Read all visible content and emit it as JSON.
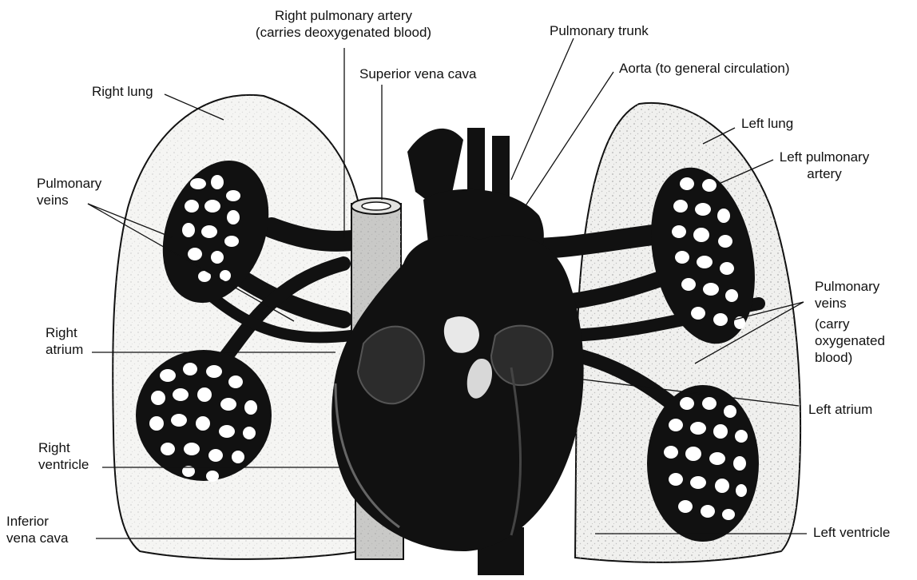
{
  "labels": {
    "right_pulmonary_artery_1": "Right pulmonary artery",
    "right_pulmonary_artery_2": "(carries deoxygenated blood)",
    "pulmonary_trunk": "Pulmonary trunk",
    "aorta": "Aorta (to general circulation)",
    "superior_vena_cava": "Superior vena cava",
    "right_lung": "Right lung",
    "left_lung": "Left lung",
    "left_pulmonary_artery_1": "Left pulmonary",
    "left_pulmonary_artery_2": "artery",
    "pulmonary_veins_left_1": "Pulmonary",
    "pulmonary_veins_left_2": "veins",
    "pulmonary_veins_right_1": "Pulmonary",
    "pulmonary_veins_right_2": "veins",
    "pulmonary_veins_right_3": "(carry",
    "pulmonary_veins_right_4": "oxygenated",
    "pulmonary_veins_right_5": "blood)",
    "right_atrium_1": "Right",
    "right_atrium_2": "atrium",
    "right_ventricle_1": "Right",
    "right_ventricle_2": "ventricle",
    "inferior_vena_cava_1": "Inferior",
    "inferior_vena_cava_2": "vena cava",
    "left_atrium": "Left atrium",
    "left_ventricle": "Left ventricle"
  },
  "colors": {
    "ink": "#111111",
    "lung_fill": "#f4f4f2",
    "stipple": "#9a9a9a"
  }
}
